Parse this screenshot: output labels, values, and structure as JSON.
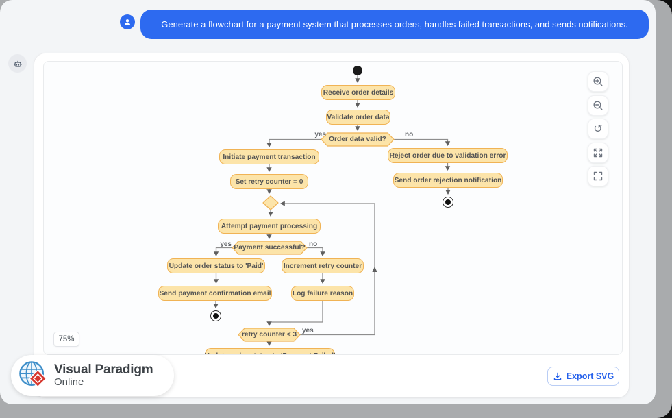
{
  "user_message": {
    "text": "Generate a flowchart for a payment system that processes orders, handles failed transactions, and sends notifications."
  },
  "canvas": {
    "zoom_badge": "75%"
  },
  "zoom_controls": {
    "icons": [
      "zoom-in-icon",
      "zoom-out-icon",
      "reset-icon",
      "expand-icon",
      "fit-screen-icon"
    ],
    "reset_glyph": "↺"
  },
  "footer": {
    "brand_line1": "Visual Paradigm",
    "brand_line2": "Online",
    "export_label": "Export SVG"
  },
  "flowchart": {
    "nodes": {
      "receive": "Receive order details",
      "validate": "Validate order data",
      "valid_q": "Order data valid?",
      "initiate": "Initiate payment transaction",
      "set_retry": "Set retry counter = 0",
      "attempt": "Attempt payment processing",
      "success_q": "Payment successful?",
      "update_paid": "Update order status to 'Paid'",
      "send_conf": "Send payment confirmation email",
      "increment": "Increment retry counter",
      "log_fail": "Log failure reason",
      "retry_q": "retry counter < 3",
      "update_failed": "Update order status to 'Payment Failed'",
      "reject": "Reject order due to validation error",
      "send_rej": "Send order rejection notification"
    },
    "edge_labels": {
      "yes1": "yes",
      "no1": "no",
      "yes2": "yes",
      "no2": "no",
      "yes3": "yes"
    }
  },
  "colors": {
    "accent_blue": "#2d6af0",
    "node_fill": "#fce4a9",
    "node_border": "#f0b355",
    "edge_gray": "#8e8e8e",
    "backdrop_gray": "#a9abad",
    "brand_red": "#d6372e",
    "brand_blue": "#3d8ec9"
  }
}
